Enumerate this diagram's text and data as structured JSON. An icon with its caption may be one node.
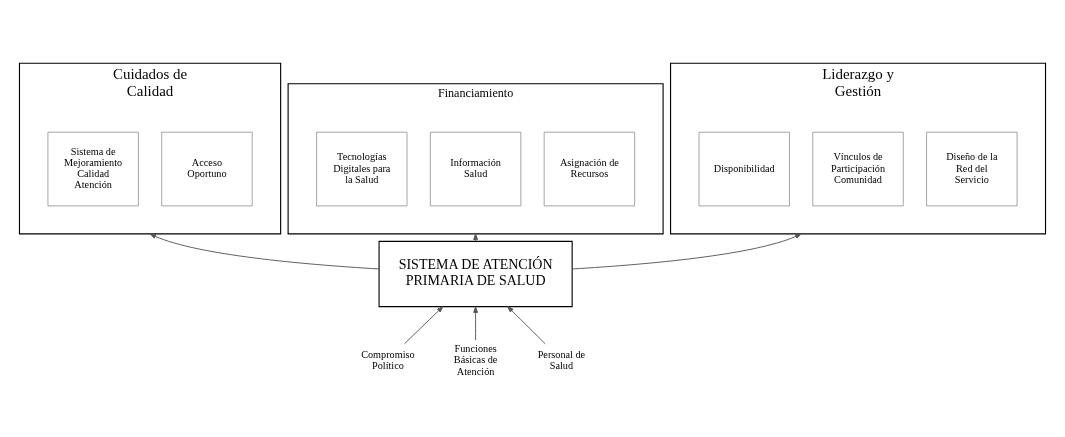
{
  "diagram": {
    "nodes": [
      {
        "text": [
          "Cuidados de Calidad"
        ]
      },
      {
        "text": [
          "Acceso Oportuno"
        ],
        "in": 0
      },
      {
        "text": [
          "Sistema de Mejoramiento Calidad Atención"
        ],
        "in": 0
      },
      {
        "text": [
          "Financiamiento"
        ]
      },
      {
        "text": [
          "Asignación de Recursos"
        ],
        "in": 3
      },
      {
        "text": [
          "Información Salud"
        ],
        "in": 3
      },
      {
        "text": [
          "Tecnologías Digitales para la Salud"
        ],
        "in": 3
      },
      {
        "text": [
          "Liderazgo y Gestión"
        ]
      },
      {
        "text": [
          "Diseño de la Red del Servicio"
        ],
        "in": 7
      },
      {
        "text": [
          "Vínculos de Participación Comunidad"
        ],
        "in": 7
      },
      {
        "text": [
          "Disponibilidad"
        ],
        "in": 7
      },
      {
        "text": [
          "SISTEMA DE ATENCIÓN PRIMARIA DE SALUD"
        ]
      },
      {
        "text": [
          "Compromiso Político"
        ]
      },
      {
        "text": [
          "Funciones Básicas de Atención"
        ]
      },
      {
        "text": [
          "Personal de Salud"
        ]
      }
    ],
    "edges": [
      {
        "from": 11,
        "to": 0,
        "arrow": "to"
      },
      {
        "from": 11,
        "to": 3,
        "arrow": "to"
      },
      {
        "from": 11,
        "to": 7,
        "arrow": "to"
      },
      {
        "from": 12,
        "to": 11,
        "arrow": "to"
      },
      {
        "from": 13,
        "to": 11,
        "arrow": "to"
      },
      {
        "from": 14,
        "to": 11,
        "arrow": "to"
      }
    ]
  }
}
